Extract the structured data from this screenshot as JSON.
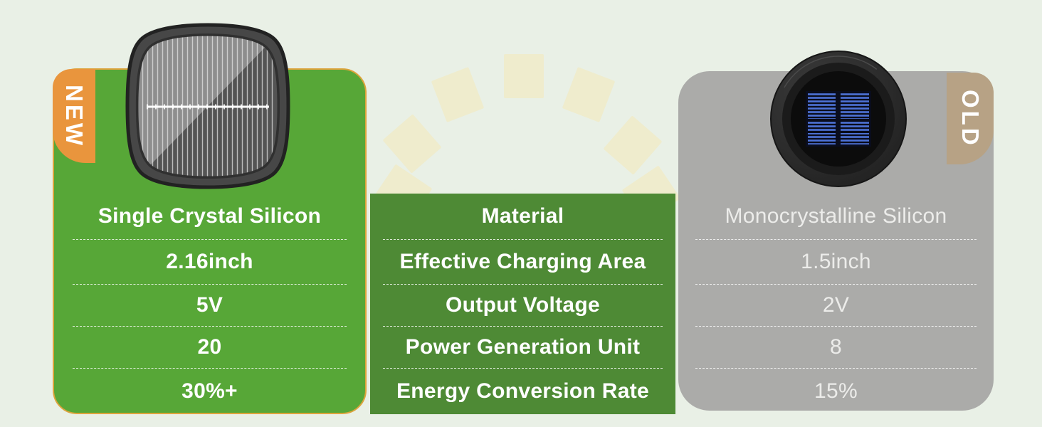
{
  "badges": {
    "new": "NEW",
    "old": "OLD"
  },
  "comparison": {
    "rows": [
      {
        "label": "Material",
        "new": "Single Crystal Silicon",
        "old": "Monocrystalline Silicon"
      },
      {
        "label": "Effective Charging Area",
        "new": "2.16inch",
        "old": "1.5inch"
      },
      {
        "label": "Output Voltage",
        "new": "5V",
        "old": "2V"
      },
      {
        "label": "Power Generation Unit",
        "new": "20",
        "old": "8"
      },
      {
        "label": "Energy Conversion Rate",
        "new": "30%+",
        "old": "15%"
      }
    ]
  },
  "icons": {
    "new_panel": "square-solar-panel-illustration",
    "old_panel": "round-solar-panel-illustration",
    "rays": "sun-ray"
  },
  "colors": {
    "background": "#e9f0e6",
    "new_card_green": "#57a737",
    "mid_column_green": "#4e8a35",
    "old_card_gray": "#ababa9",
    "new_badge_orange": "#e9953d",
    "old_badge_tan": "#b7a285",
    "card_border_gold": "#dca43c",
    "sun_ray_cream": "#efeccd"
  }
}
